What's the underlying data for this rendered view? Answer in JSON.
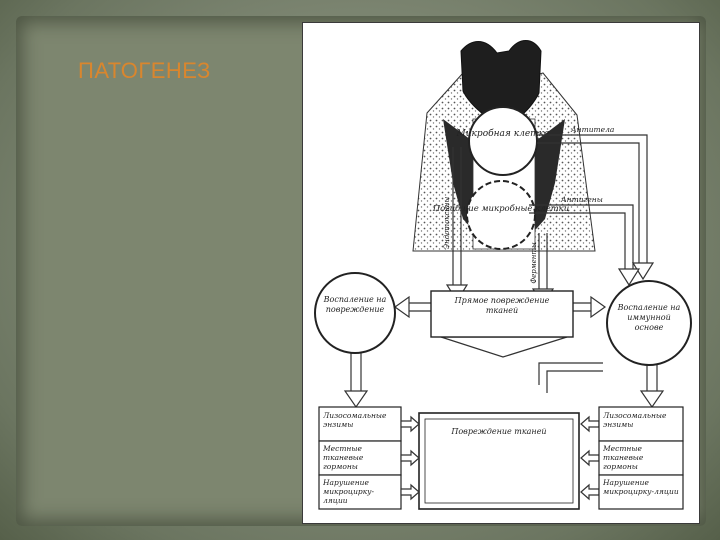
{
  "slide": {
    "title": "ПАТОГЕНЕЗ"
  },
  "diagram": {
    "tooth_region": {
      "microbial_cell": "Микробная клетка",
      "destroyed_microbial_cells": "Погибшие микробные клетки",
      "antibodies_top": "Антитела",
      "antigens_side": "Антигены",
      "endotoxins": "Эндотоксины",
      "enzymes": "Ферменты"
    },
    "nodes": {
      "inflammation_damage": "Воспаление на повреждение",
      "direct_damage": "Прямое повреждение тканей",
      "inflammation_immune": "Воспаление на иммунной основе",
      "lysosomal_left": "Лизосомальные энзимы",
      "local_hormones_left": "Местные тканевые гормоны",
      "microcirc_left": "Нарушение микроцирку-ляции",
      "tissue_damage": "Повреждение тканей",
      "lysosomal_right": "Лизосомальные энзимы",
      "local_hormones_right": "Местные тканевые гормоны",
      "microcirc_right": "Нарушение микроцирку-ляции"
    }
  }
}
